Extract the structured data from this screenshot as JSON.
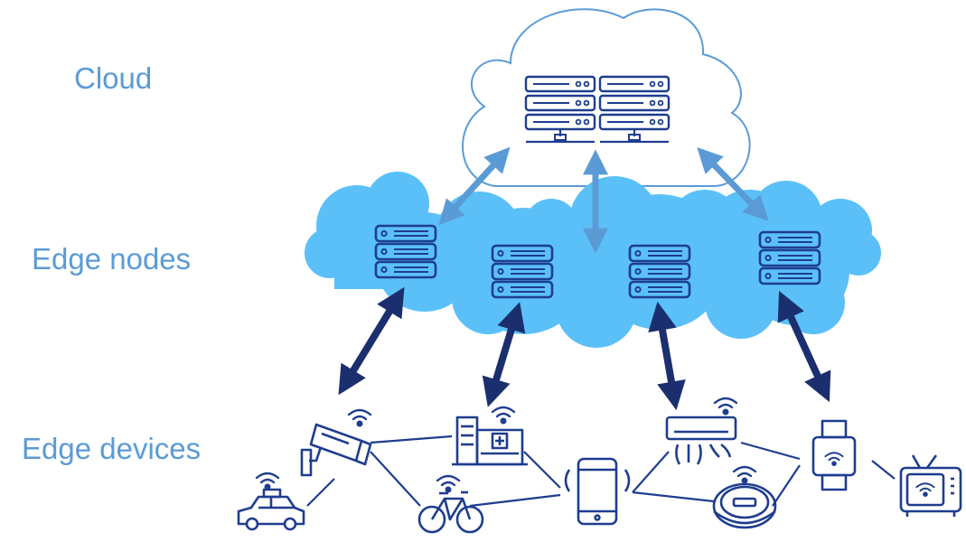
{
  "labels": {
    "cloud": "Cloud",
    "edge_nodes": "Edge nodes",
    "edge_devices": "Edge devices"
  },
  "colors": {
    "label": "#5b9bd5",
    "cloud_outline": "#5b9bd5",
    "edge_cloud_fill": "#5bc0f8",
    "cloud_arrow": "#5b9bd5",
    "edge_arrow": "#1b2f6e",
    "device_stroke": "#1e3d8f",
    "server_stroke": "#1e3d8f"
  },
  "layers": [
    {
      "name": "cloud",
      "server_count": 2
    },
    {
      "name": "edge_nodes",
      "node_count": 4
    },
    {
      "name": "edge_devices",
      "devices": [
        "security-camera",
        "taxi",
        "hospital",
        "bicycle",
        "smartphone",
        "air-conditioner",
        "robot-vacuum",
        "smartwatch",
        "smart-tv"
      ]
    }
  ]
}
